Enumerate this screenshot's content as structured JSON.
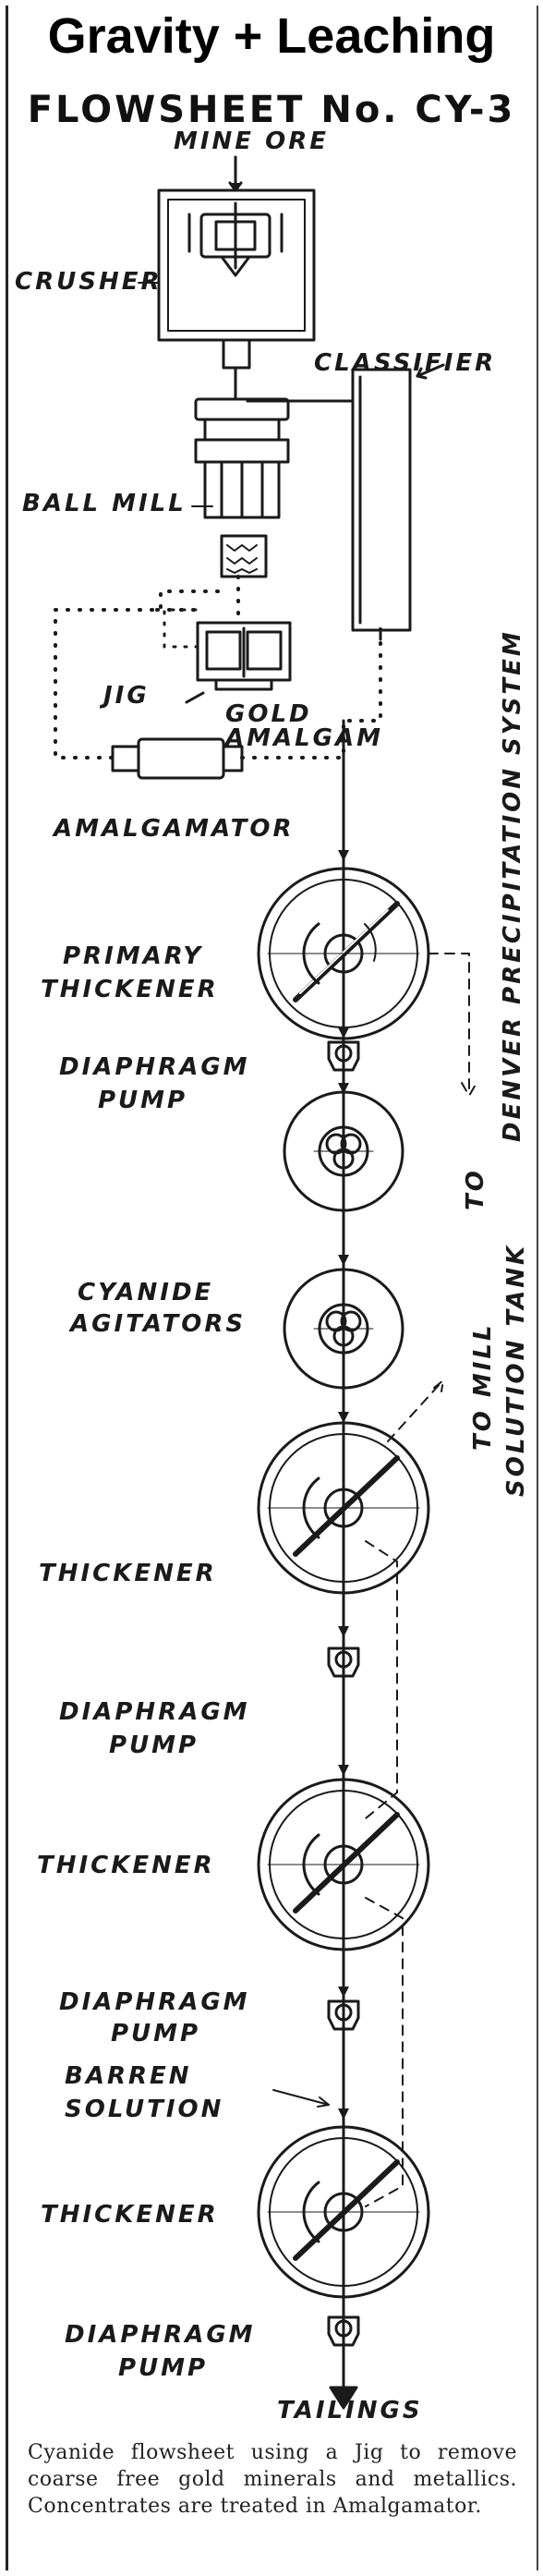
{
  "header": {
    "headline": "Gravity + Leaching",
    "flowsheet_title": "FLOWSHEET No. CY-3"
  },
  "labels": {
    "mine_ore": "MINE ORE",
    "crusher": "CRUSHER",
    "classifier": "CLASSIFIER",
    "ball_mill": "BALL MILL",
    "jig": "JIG",
    "gold_amalgam_1": "GOLD",
    "gold_amalgam_2": "AMALGAM",
    "amalgamator": "AMALGAMATOR",
    "primary_thickener_1": "PRIMARY",
    "primary_thickener_2": "THICKENER",
    "diaphragm_pump_1a": "DIAPHRAGM",
    "diaphragm_pump_1b": "PUMP",
    "cyanide_agitators_1": "CYANIDE",
    "cyanide_agitators_2": "AGITATORS",
    "thickener_2": "THICKENER",
    "diaphragm_pump_2a": "DIAPHRAGM",
    "diaphragm_pump_2b": "PUMP",
    "thickener_3": "THICKENER",
    "diaphragm_pump_3a": "DIAPHRAGM",
    "diaphragm_pump_3b": "PUMP",
    "barren_solution_1": "BARREN",
    "barren_solution_2": "SOLUTION",
    "thickener_4": "THICKENER",
    "diaphragm_pump_4a": "DIAPHRAGM",
    "diaphragm_pump_4b": "PUMP",
    "tailings": "TAILINGS",
    "to_denver_1": "TO",
    "to_denver_2": "DENVER PRECIPITATION SYSTEM",
    "to_mill_1": "TO MILL",
    "to_mill_2": "SOLUTION TANK"
  },
  "caption": "Cyanide flowsheet using a Jig to remove coarse free gold minerals and metallics. Concentrates are treated in Amalgamator."
}
